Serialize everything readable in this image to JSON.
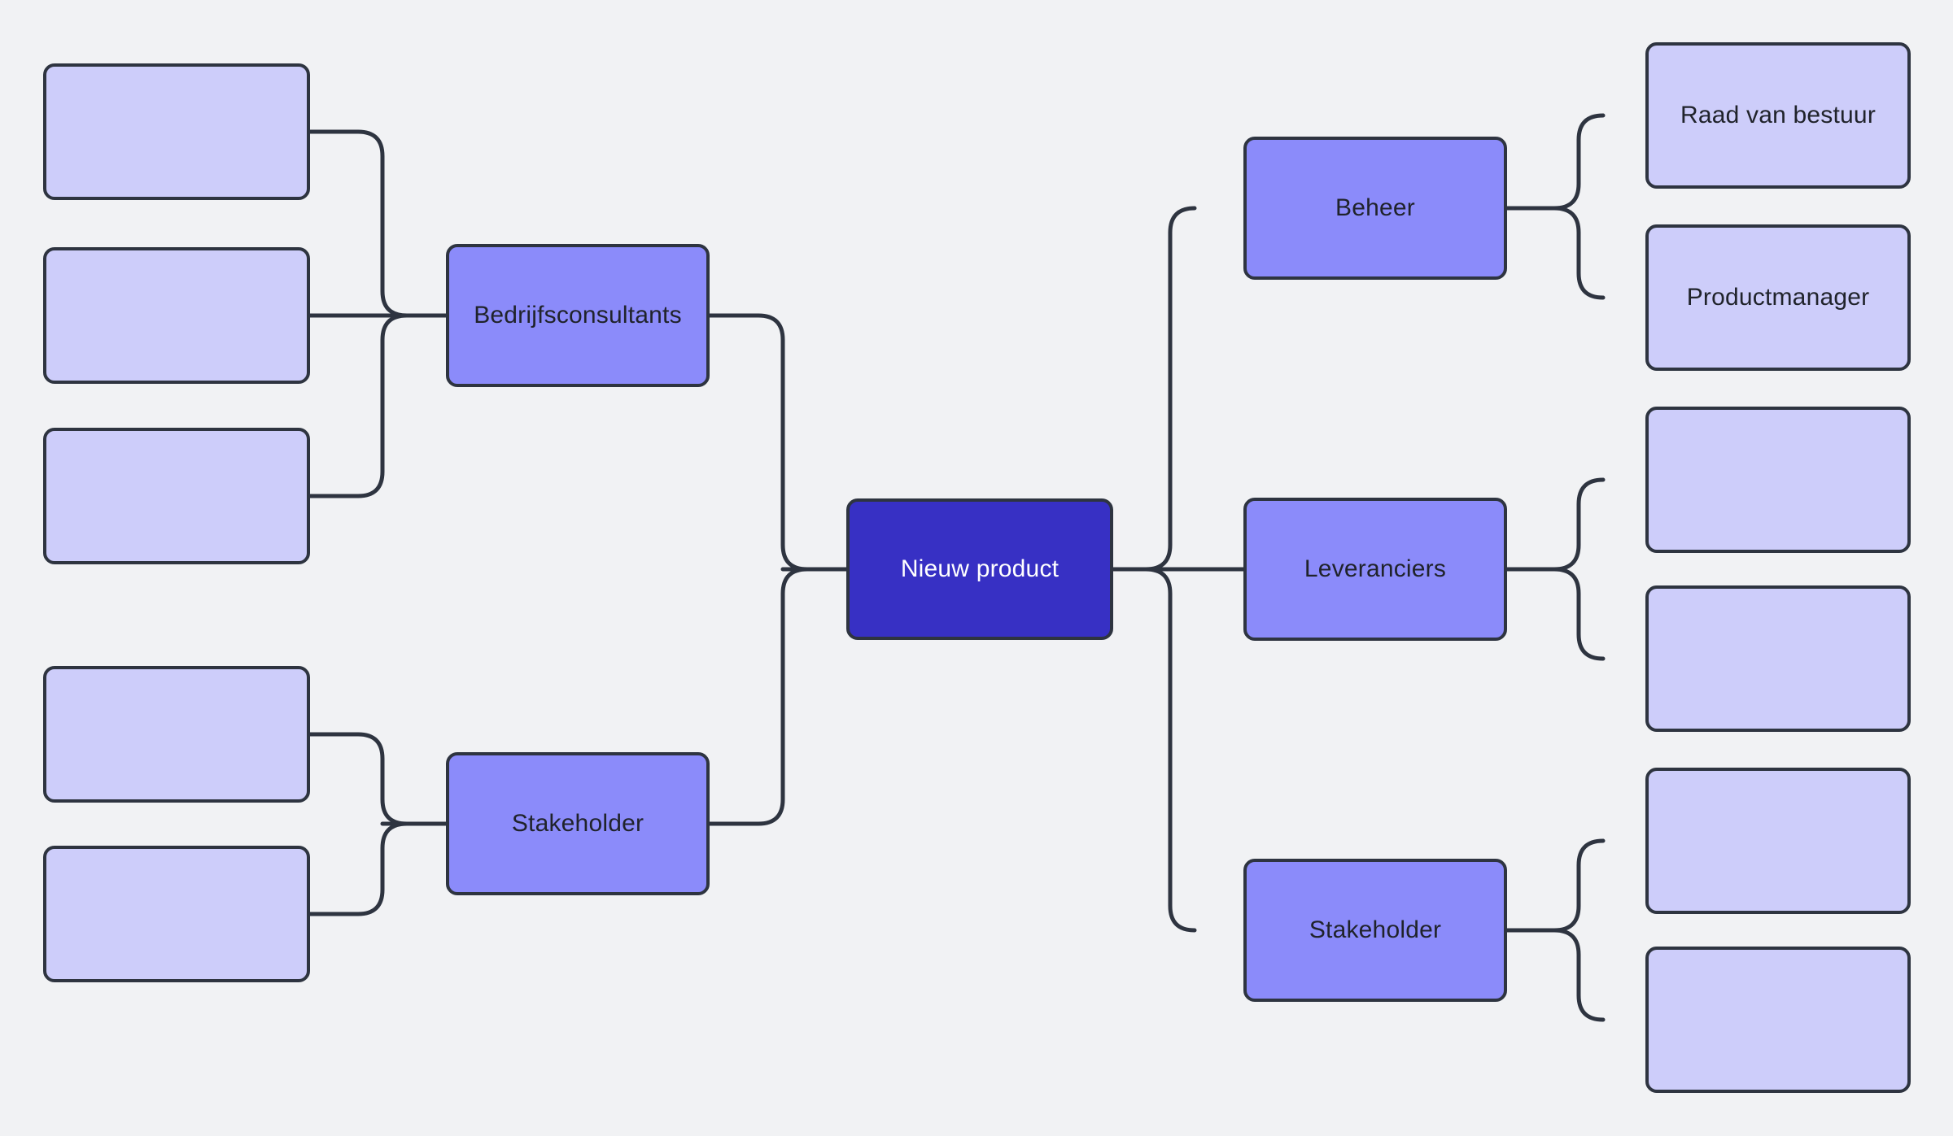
{
  "diagram": {
    "type": "mind-map",
    "title": "Nieuw product",
    "background_color": "#f1f2f4",
    "edge_color": "#2e3440",
    "colors": {
      "root_fill": "#3730c4",
      "root_text": "#ffffff",
      "branch_fill": "#8b8bfa",
      "leaf_fill": "#cdcdfa",
      "border": "#2e3440",
      "text": "#20232b"
    },
    "root": {
      "label": "Nieuw product"
    },
    "left_branches": [
      {
        "label": "Bedrijfsconsultants",
        "children": [
          {
            "label": ""
          },
          {
            "label": ""
          },
          {
            "label": ""
          }
        ]
      },
      {
        "label": "Stakeholder",
        "children": [
          {
            "label": ""
          },
          {
            "label": ""
          }
        ]
      }
    ],
    "right_branches": [
      {
        "label": "Beheer",
        "children": [
          {
            "label": "Raad van bestuur"
          },
          {
            "label": "Productmanager"
          }
        ]
      },
      {
        "label": "Leveranciers",
        "children": [
          {
            "label": ""
          },
          {
            "label": ""
          }
        ]
      },
      {
        "label": "Stakeholder",
        "children": [
          {
            "label": ""
          },
          {
            "label": ""
          }
        ]
      }
    ]
  }
}
